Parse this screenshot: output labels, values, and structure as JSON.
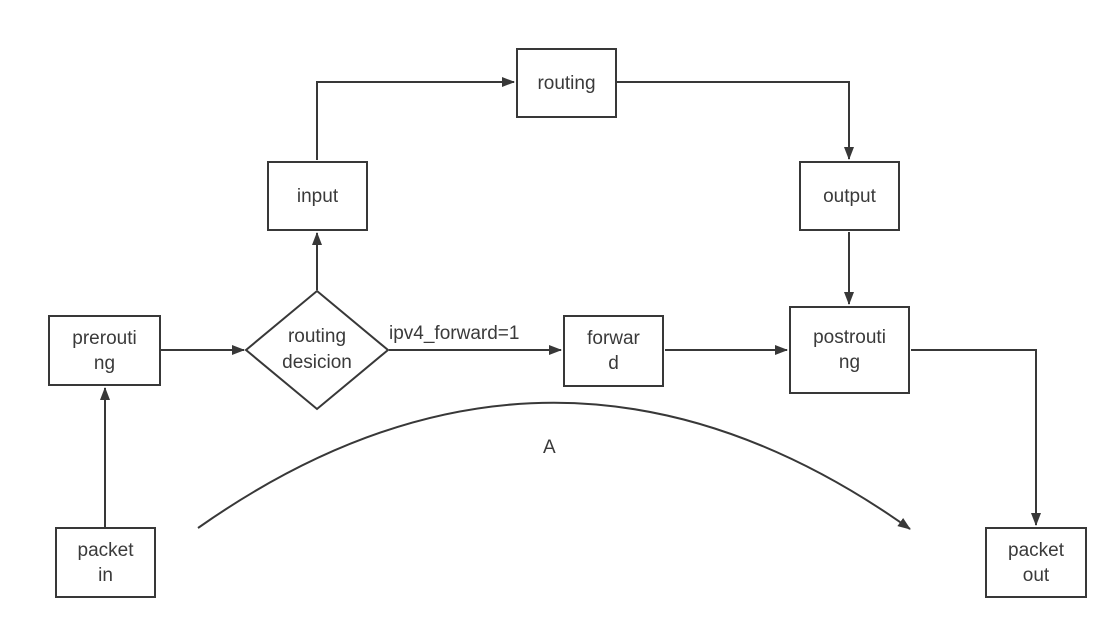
{
  "diagram": {
    "background_color": "#ffffff",
    "stroke_color": "#383838",
    "text_color": "#3a3a3a",
    "nodes": {
      "prerouting": {
        "label": "prerouti\nng",
        "shape": "rect"
      },
      "routing_decision": {
        "label": "routing\ndesicion",
        "shape": "diamond"
      },
      "input": {
        "label": "input",
        "shape": "rect"
      },
      "routing": {
        "label": "routing",
        "shape": "rect"
      },
      "output": {
        "label": "output",
        "shape": "rect"
      },
      "forward": {
        "label": "forwar\nd",
        "shape": "rect"
      },
      "postrouting": {
        "label": "postrouti\nng",
        "shape": "rect"
      },
      "packet_in": {
        "label": "packet\nin",
        "shape": "rect"
      },
      "packet_out": {
        "label": "packet\nout",
        "shape": "rect"
      }
    },
    "edge_labels": {
      "forward_condition": "ipv4_forward=1",
      "arc": "A"
    }
  }
}
